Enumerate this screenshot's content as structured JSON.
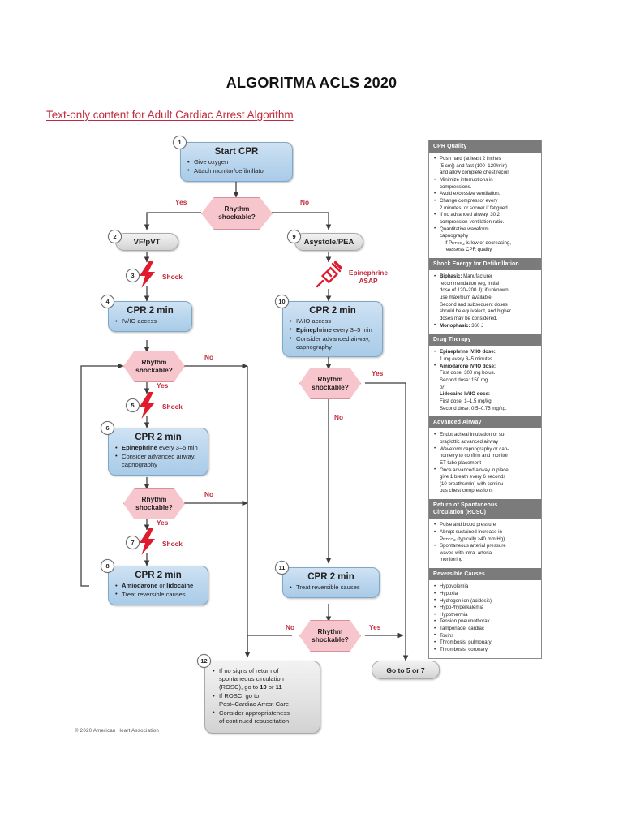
{
  "header": {
    "title": "ALGORITMA ACLS 2020",
    "subtitle": "Text-only content for Adult Cardiac Arrest Algorithm",
    "copyright": "© 2020 American Heart Association"
  },
  "flow": {
    "node1": {
      "num": "1",
      "title": "Start CPR",
      "bullets": [
        "Give oxygen",
        "Attach monitor/defibrillator"
      ]
    },
    "decision1": {
      "line1": "Rhythm",
      "line2": "shockable?",
      "yes": "Yes",
      "no": "No"
    },
    "node2": {
      "num": "2",
      "title": "VF/pVT"
    },
    "node3": {
      "num": "3",
      "label": "Shock",
      "icon": "lightning-bolt-icon"
    },
    "node4": {
      "num": "4",
      "title": "CPR 2 min",
      "bullets": [
        "IV/IO access"
      ]
    },
    "decision2": {
      "line1": "Rhythm",
      "line2": "shockable?",
      "yes": "Yes",
      "no": "No"
    },
    "node5": {
      "num": "5",
      "label": "Shock",
      "icon": "lightning-bolt-icon"
    },
    "node6": {
      "num": "6",
      "title": "CPR 2 min",
      "bullets_html": [
        "<b>Epinephrine</b> every 3–5 min",
        "Consider advanced airway,<br>capnography"
      ]
    },
    "decision3": {
      "line1": "Rhythm",
      "line2": "shockable?",
      "yes": "Yes",
      "no": "No"
    },
    "node7": {
      "num": "7",
      "label": "Shock",
      "icon": "lightning-bolt-icon"
    },
    "node8": {
      "num": "8",
      "title": "CPR 2 min",
      "bullets_html": [
        "<b>Amiodarone</b> or <b>lidocaine</b>",
        "Treat reversible causes"
      ]
    },
    "node9": {
      "num": "9",
      "title": "Asystole/PEA"
    },
    "node_epi": {
      "label_line1": "Epinephrine",
      "label_line2": "ASAP",
      "icon": "syringe-icon"
    },
    "node10": {
      "num": "10",
      "title": "CPR 2 min",
      "bullets_html": [
        "IV/IO access",
        "<b>Epinephrine</b> every 3–5 min",
        "Consider advanced airway,<br>capnography"
      ]
    },
    "decision4": {
      "line1": "Rhythm",
      "line2": "shockable?",
      "yes": "Yes",
      "no": "No"
    },
    "node11": {
      "num": "11",
      "title": "CPR 2 min",
      "bullets": [
        "Treat reversible causes"
      ]
    },
    "decision5": {
      "line1": "Rhythm",
      "line2": "shockable?",
      "yes": "Yes",
      "no": "No"
    },
    "node_goto": {
      "title": "Go to 5 or 7"
    },
    "node12": {
      "num": "12",
      "bullets_html": [
        "If no signs of return of<br>spontaneous circulation<br>(ROSC), go to <b>10</b> or <b>11</b>",
        "If ROSC, go to<br>Post–Cardiac Arrest Care",
        "Consider appropriateness<br>of continued resuscitation"
      ]
    }
  },
  "sidebar": {
    "panels": [
      {
        "heading": "CPR Quality",
        "items_html": [
          "Push hard (at least 2 inches<br>[5 cm]) and fast (100–120/min)<br>and allow complete chest recoil.",
          "Minimize interruptions in<br>compressions.",
          "Avoid excessive ventilation.",
          "Change compressor every<br>2 minutes, or sooner if fatigued.",
          "If no advanced airway, 30:2<br>compression-ventilation ratio.",
          "Quantitative waveform<br>capnography"
        ],
        "dash_items_html": [
          "If P<span class=\"sm\">ETCO</span><span class=\"sub\">2</span> is low or decreasing,<br>reassess CPR quality."
        ]
      },
      {
        "heading": "Shock Energy for Defibrillation",
        "items_html": [
          "<b>Biphasic:</b> Manufacturer<br>recommendation (eg, initial<br>dose of 120–200 J); if unknown,<br>use maximum available.<br>Second and subsequent doses<br>should be equivalent, and higher<br>doses may be considered.",
          "<b>Monophasic:</b> 360 J"
        ]
      },
      {
        "heading": "Drug Therapy",
        "items_html": [
          "<b>Epinephrine IV/IO dose:</b><br>1 mg every 3–5 minutes",
          "<b>Amiodarone IV/IO dose:</b><br>First dose: 300 mg bolus.<br>Second dose: 150 mg.<br><i>or</i><br><b>Lidocaine IV/IO dose:</b><br>First dose: 1–1.5 mg/kg.<br>Second dose: 0.5–0.75 mg/kg."
        ]
      },
      {
        "heading": "Advanced Airway",
        "items_html": [
          "Endotracheal intubation or su-<br>praglottic advanced airway",
          "Waveform capnography or cap-<br>nometry to confirm and monitor<br>ET tube placement",
          "Once advanced airway in place,<br>give 1 breath every 6 seconds<br>(10 breaths/min) with continu-<br>ous chest compressions"
        ]
      },
      {
        "heading": "Return of Spontaneous\nCirculation (ROSC)",
        "items_html": [
          "Pulse and blood pressure",
          "Abrupt sustained increase in<br>P<span class=\"sm\">ETCO</span><span class=\"sub\">2</span> (typically ≥40 mm Hg)",
          "Spontaneous arterial pressure<br>waves with intra–arterial<br>monitoring"
        ]
      },
      {
        "heading": "Reversible Causes",
        "items_html": [
          "Hypovolemia",
          "Hypoxia",
          "Hydrogen ion (acidosis)",
          "Hypo-/hyperkalemia",
          "Hypothermia",
          "Tension pneumothorax",
          "Tamponade, cardiac",
          "Toxins",
          "Thrombosis, pulmonary",
          "Thrombosis, coronary"
        ]
      }
    ]
  },
  "colors": {
    "accent_red": "#c0293b",
    "box_blue": "#bcd7ee",
    "decision_pink": "#f7c6cc",
    "panel_head_gray": "#7b7b7b"
  }
}
